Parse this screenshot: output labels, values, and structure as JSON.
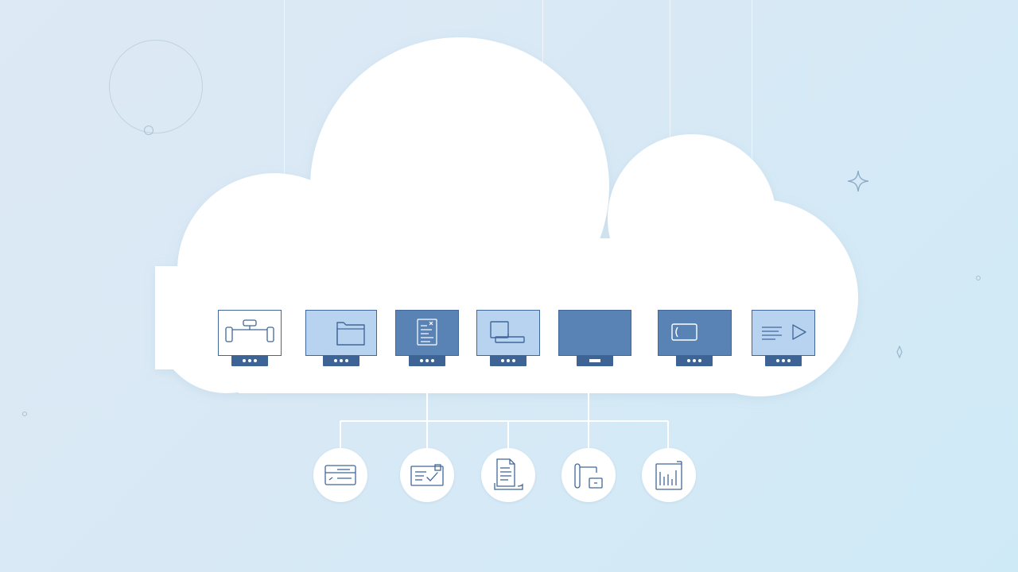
{
  "colors": {
    "background": "#d9e9f5",
    "cloud": "#ffffff",
    "accent_dark": "#41679a",
    "accent_mid": "#5a83b5",
    "accent_light": "#b8d3ef",
    "connector": "#ffffff"
  },
  "servers": [
    {
      "icon": "workflow-icon",
      "screen": "outline",
      "base": "dots"
    },
    {
      "icon": "folder-icon",
      "screen": "light",
      "base": "dots"
    },
    {
      "icon": "code-document-icon",
      "screen": "dark",
      "base": "dots"
    },
    {
      "icon": "windows-icon",
      "screen": "light",
      "base": "dots"
    },
    {
      "icon": "blank-screen-icon",
      "screen": "dark",
      "base": "bar"
    },
    {
      "icon": "card-icon",
      "screen": "dark",
      "base": "dots"
    },
    {
      "icon": "media-play-icon",
      "screen": "light",
      "base": "dots"
    }
  ],
  "nodes": [
    {
      "icon": "form-icon"
    },
    {
      "icon": "checked-message-icon"
    },
    {
      "icon": "documents-icon"
    },
    {
      "icon": "tools-icon"
    },
    {
      "icon": "bar-chart-icon"
    }
  ]
}
